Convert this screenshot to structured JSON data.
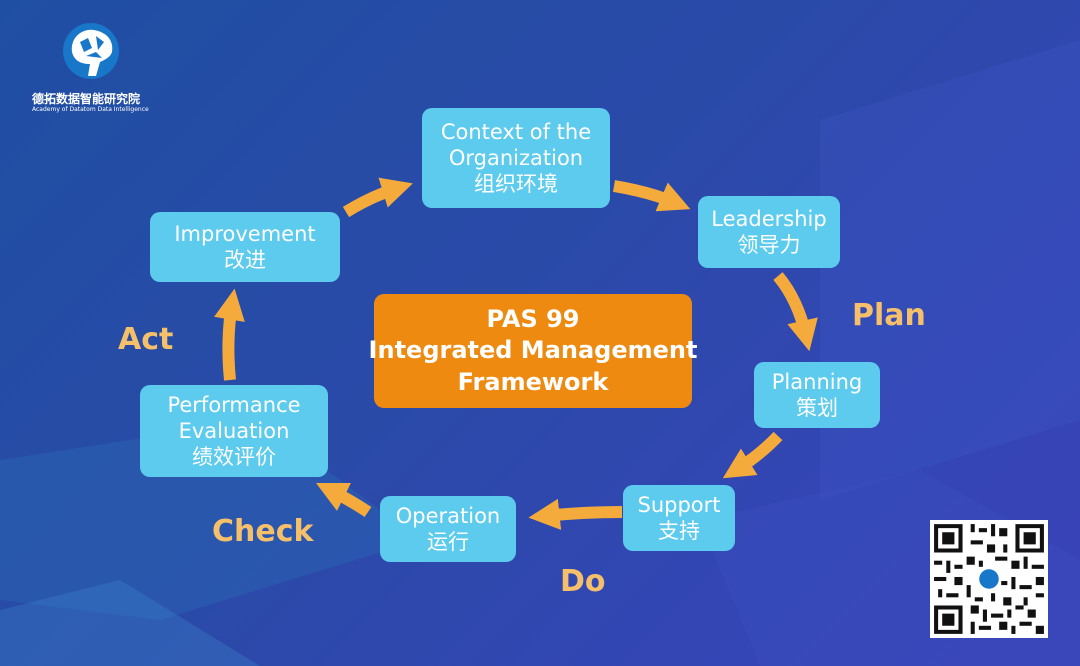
{
  "logo": {
    "name_cn": "德拓数据智能研究院",
    "name_en": "Academy of Datatom Data Intelligence"
  },
  "center": {
    "line1": "PAS 99",
    "line2": "Integrated Management",
    "line3": "Framework"
  },
  "nodes": {
    "context": {
      "en1": "Context of the",
      "en2": "Organization",
      "cn": "组织环境"
    },
    "leadership": {
      "en": "Leadership",
      "cn": "领导力"
    },
    "planning": {
      "en": "Planning",
      "cn": "策划"
    },
    "support": {
      "en": "Support",
      "cn": "支持"
    },
    "operation": {
      "en": "Operation",
      "cn": "运行"
    },
    "performance": {
      "en1": "Performance",
      "en2": "Evaluation",
      "cn": "绩效评价"
    },
    "improvement": {
      "en": "Improvement",
      "cn": "改进"
    }
  },
  "phases": {
    "plan": "Plan",
    "do": "Do",
    "check": "Check",
    "act": "Act"
  },
  "colors": {
    "node_fill": "#5ccbee",
    "center_fill": "#ee8a10",
    "arrow": "#f5aa3c",
    "phase_text": "#f5c069"
  }
}
